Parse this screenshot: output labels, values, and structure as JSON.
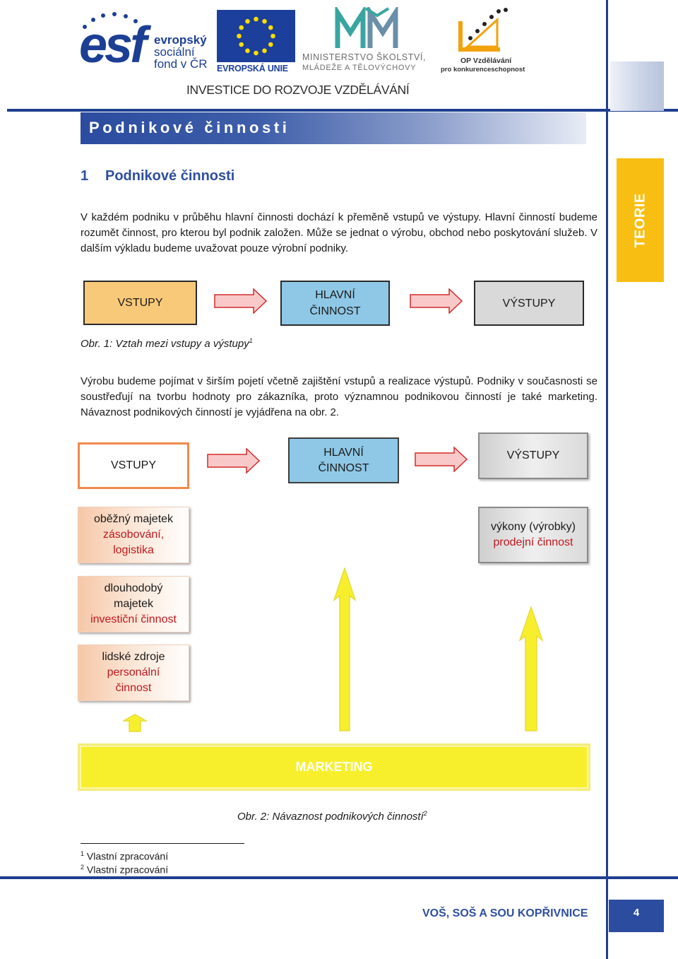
{
  "header": {
    "esf_lines": [
      "evropský",
      "sociální",
      "fond v ČR"
    ],
    "esf_letters": "esf",
    "eu_label": "EVROPSKÁ UNIE",
    "msmt_line1": "MINISTERSTVO ŠKOLSTVÍ,",
    "msmt_line2": "MLÁDEŽE A TĚLOVÝCHOVY",
    "op_line1": "OP Vzdělávání",
    "op_line2": "pro konkurenceschopnost",
    "investice": "INVESTICE DO ROZVOJE VZDĚLÁVÁNÍ"
  },
  "banner_title": "Podnikové činnosti",
  "side_tab": "TEORIE",
  "section": {
    "number": "1",
    "title": "Podnikové činnosti"
  },
  "paragraph1": "V každém podniku v průběhu hlavní činnosti dochází k přeměně vstupů ve výstupy. Hlavní činností budeme rozumět činnost, pro kterou byl podnik založen. Může se jednat o výrobu, obchod nebo poskytování služeb. V dalším výkladu budeme uvažovat pouze výrobní podniky.",
  "diagram1": {
    "inputs": "VSTUPY",
    "main_line1": "HLAVNÍ",
    "main_line2": "ČINNOST",
    "outputs": "VÝSTUPY",
    "caption": "Obr. 1: Vztah mezi vstupy a výstupy",
    "caption_ref": "1"
  },
  "paragraph2": "Výrobu budeme pojímat v širším pojetí včetně zajištění vstupů a realizace výstupů. Podniky v současnosti se soustřeďují na tvorbu hodnoty pro zákazníka, proto významnou podnikovou činností je také marketing. Návaznost podnikových činností je vyjádřena na obr. 2.",
  "diagram2": {
    "inputs": "VSTUPY",
    "main_line1": "HLAVNÍ",
    "main_line2": "ČINNOST",
    "outputs": "VÝSTUPY",
    "input_items": [
      {
        "title": "oběžný majetek",
        "activity": "zásobování, logistika"
      },
      {
        "title": "dlouhodobý majetek",
        "activity": "investiční činnost"
      },
      {
        "title": "lidské zdroje",
        "activity": "personální činnost"
      }
    ],
    "output_item": {
      "title": "výkony (výrobky)",
      "activity": "prodejní činnost"
    },
    "marketing": "MARKETING",
    "caption": "Obr. 2: Návaznost podnikových činností",
    "caption_ref": "2"
  },
  "footnotes": [
    {
      "num": "1",
      "text": "Vlastní zpracování"
    },
    {
      "num": "2",
      "text": "Vlastní zpracování"
    }
  ],
  "footer": {
    "school": "VOŠ, SOŠ A SOU KOPŘIVNICE",
    "page": "4"
  },
  "colors": {
    "brand_blue": "#2b4c9f",
    "tab_yellow": "#f9be12",
    "marketing_yellow": "#f7ef2c",
    "arrow_pink": "#f9c9c9",
    "inputs_orange": "#f9c97a",
    "main_blue": "#8fc8e6"
  }
}
